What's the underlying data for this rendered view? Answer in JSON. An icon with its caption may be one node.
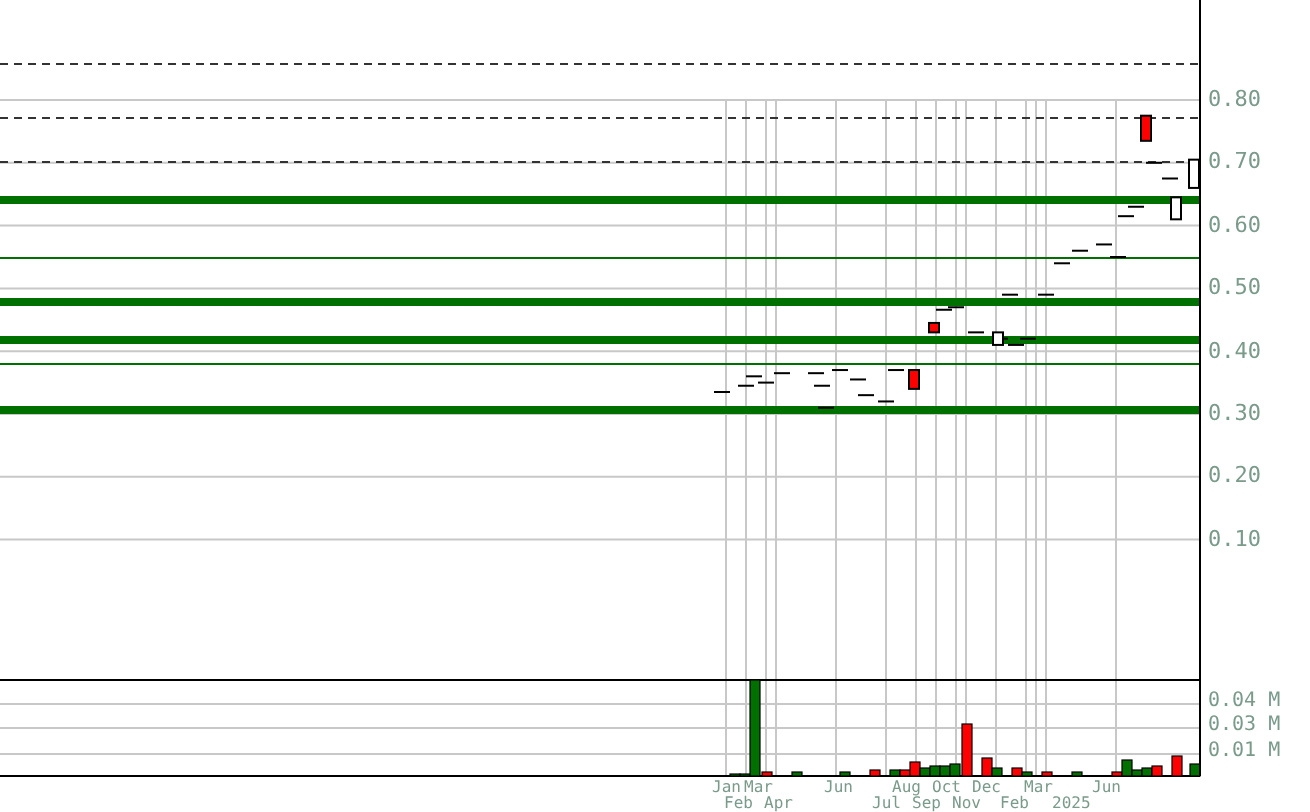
{
  "diagram": {
    "labels": [
      "0.80",
      "0.70",
      "0.60",
      "0.50",
      "0.40",
      "0.30",
      "0.20",
      "0.10",
      "0.04 M",
      "0.03 M",
      "0.01 M",
      "Jan",
      "Feb",
      "Mar",
      "Apr",
      "Jun",
      "Jul",
      "Aug",
      "Sep",
      "Oct",
      "Nov",
      "Dec",
      "Feb",
      "Mar",
      "2025",
      "Jun"
    ]
  }
}
